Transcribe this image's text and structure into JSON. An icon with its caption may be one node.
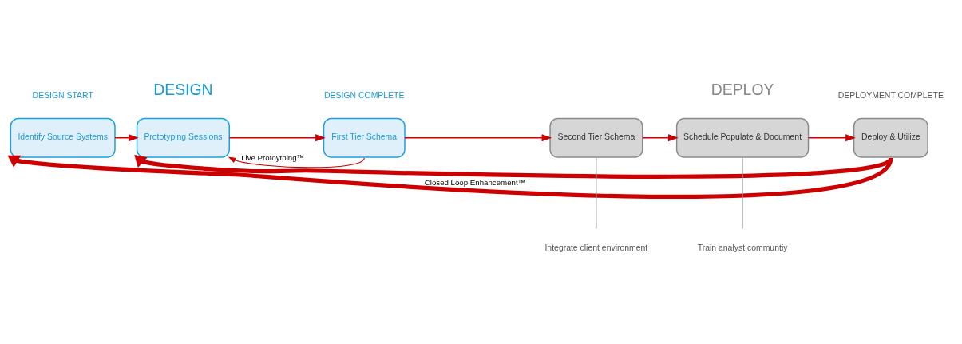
{
  "diagram": {
    "nodes": [
      {
        "text": [
          "Identify Source Systems"
        ]
      },
      {
        "text": [
          "Prototyping Sessions"
        ]
      },
      {
        "text": [
          "First Tier Schema"
        ]
      },
      {
        "text": [
          "Second Tier Schema"
        ]
      },
      {
        "text": [
          "Schedule Populate & Document"
        ]
      },
      {
        "text": [
          "Deploy & Utilize"
        ]
      },
      {
        "text": [
          "Integrate client environment"
        ]
      },
      {
        "text": [
          "Train analyst communtiy"
        ]
      }
    ],
    "edges": [
      {
        "from": 0,
        "to": 1,
        "arrow": "to"
      },
      {
        "from": 1,
        "to": 2,
        "arrow": "to"
      },
      {
        "from": 2,
        "to": 3,
        "arrow": "to"
      },
      {
        "from": 3,
        "to": 4,
        "arrow": "to"
      },
      {
        "from": 4,
        "to": 5,
        "arrow": "to"
      },
      {
        "from": 2,
        "to": 1,
        "arrow": "to",
        "label": "Live Protoytping™"
      },
      {
        "from": 5,
        "to": 0,
        "arrow": "to",
        "label": "Closed Loop Enhancement™",
        "style": "thick"
      },
      {
        "from": 5,
        "to": 1,
        "arrow": "to",
        "style": "thick"
      },
      {
        "from": 6,
        "to": 3,
        "arrow": "none",
        "color": "#999999"
      },
      {
        "from": 7,
        "to": 4,
        "arrow": "none",
        "color": "#999999"
      }
    ],
    "labels": [
      "DESIGN",
      "DEPLOY",
      "DESIGN START",
      "DESIGN COMPLETE",
      "DEPLOYMENT COMPLETE"
    ]
  }
}
